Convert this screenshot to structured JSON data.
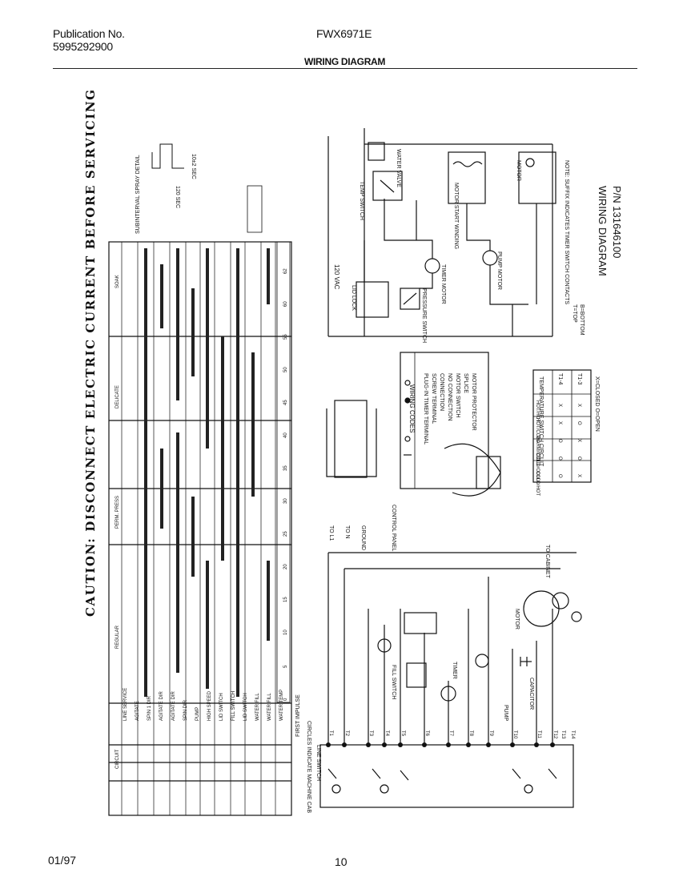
{
  "header": {
    "publication_label": "Publication No.",
    "publication_number": "5995292900",
    "model": "FWX6971E",
    "section_title": "WIRING DIAGRAM"
  },
  "footer": {
    "date": "01/97",
    "page_number": "10"
  },
  "caution": "CAUTION: DISCONNECT ELECTRIC CURRENT BEFORE SERVICING",
  "diagram_id": {
    "title": "WIRING DIAGRAM",
    "part_number": "P/N 131646100"
  },
  "spray_detail": {
    "title": "SUBINTERVAL SPRAY DETAIL",
    "times": [
      "10±2 SEC",
      "120 SEC"
    ]
  },
  "notes": {
    "suffix": "NOTE: SUFFIX INDICATES TIMER SWITCH CONTACTS",
    "top": "T=TOP",
    "bottom": "B=BOTTOM"
  },
  "schematic_labels": {
    "supply": "120 VAC",
    "temp_switch": "TEMP SWITCH",
    "water_valve": "WATER VALVE",
    "motor_start_winding": "MOTOR START WINDING",
    "motor": "MOTOR",
    "timer_motor": "TIMER MOTOR",
    "pump_motor": "PUMP MOTOR",
    "lid_lock": "LID LOCK",
    "pressure_switch": "PRESSURE SWITCH"
  },
  "wiring_codes": {
    "title": "WIRING CODES",
    "items": [
      "PLUG-IN TIMER TERMINAL",
      "SCREW TERMINAL",
      "CONNECTION",
      "NO CONNECTION",
      "MOTOR SWITCH",
      "SPLICE",
      "MOTOR PROTECTOR"
    ]
  },
  "timer_chart": {
    "columns": [
      "CIRCUIT",
      "REGULAR",
      "PERM. PRESS",
      "DELICATE",
      "SOAK"
    ],
    "rows": [
      "LINE SERVICE",
      "AGITATE",
      "SPIN 1 DIR",
      "AGITATE DIR",
      "AGITATE DIR",
      "SPIN DIR",
      "PUMP",
      "HIGH SPEED",
      "LID SWITCH",
      "FILL SWITCH",
      "LID SWITCH",
      "WATER FILL",
      "WATER FILL",
      "WATER TEMP"
    ],
    "increments": [
      "0",
      "5",
      "10",
      "15",
      "20",
      "25",
      "30",
      "35",
      "40",
      "45",
      "50",
      "55",
      "60",
      "62"
    ],
    "footer": "FIRST IMPULSE"
  },
  "connection_labels": {
    "to_l1": "TO L1",
    "to_n": "TO N",
    "ground": "GROUND",
    "control_panel": "CONTROL PANEL",
    "ground_cabinet": "TO CABINET",
    "cabinet_tag": "CIRCLES INDICATE MACHINE CAB",
    "line_switch": "LINE SWITCH",
    "timer_block": "TIMER",
    "fill_switch": "FILL SWITCH",
    "pump": "PUMP",
    "motor_bottom": "MOTOR",
    "capacitor": "CAPACITOR"
  },
  "switch_table": {
    "title": "TEMPERATURE SWITCH CIRCUIT",
    "cols": [
      "T1-4",
      "T1-3"
    ],
    "rows": [
      {
        "label": "HOT/HOT",
        "v": [
          "X",
          "X"
        ]
      },
      {
        "label": "HOT/COLD",
        "v": [
          "X",
          "O"
        ]
      },
      {
        "label": "WARM/COLD",
        "v": [
          "O",
          "X"
        ]
      },
      {
        "label": "COLD/COLD",
        "v": [
          "O",
          "O"
        ]
      },
      {
        "label": "COLD/HOT",
        "v": [
          "O",
          "X"
        ]
      }
    ],
    "legend": "X=CLOSED  O=OPEN"
  },
  "terminal_labels": [
    "T1",
    "T2",
    "T3",
    "T4",
    "T5",
    "T6",
    "T7",
    "T8",
    "T9",
    "T10",
    "T11",
    "T12",
    "T13",
    "T14"
  ]
}
